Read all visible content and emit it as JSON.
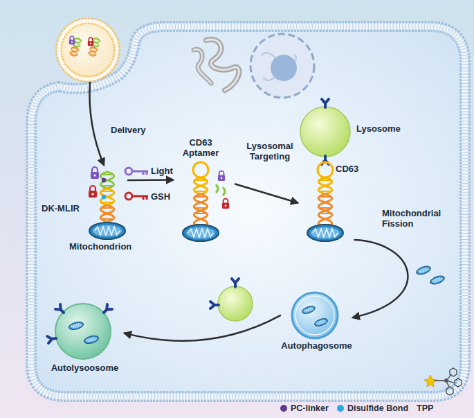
{
  "diagram": {
    "nodes": [
      {
        "text": [
          "DK-MLIR",
          "Mitochondrion"
        ]
      },
      {
        "text": [
          "CD63 Aptamer"
        ]
      },
      {
        "text": [
          "Lysosome",
          "CD63"
        ]
      },
      {
        "text": [
          "Autophagosome"
        ]
      },
      {
        "text": [
          "Autolysoosome"
        ]
      }
    ],
    "edges": [
      {
        "from": 0,
        "to": 1,
        "arrow": "to"
      },
      {
        "from": 1,
        "to": 2,
        "label": "Lysosomal Targeting",
        "arrow": "to"
      },
      {
        "from": 2,
        "to": 3,
        "label": "Mitochondrial Fission",
        "arrow": "to"
      },
      {
        "from": 3,
        "to": 4,
        "arrow": "to"
      }
    ],
    "labels": [
      "Delivery",
      "Light",
      "GSH"
    ],
    "legend": [
      {
        "text": "PC-linker",
        "color": "#5b3a8e"
      },
      {
        "text": "Disulfide Bond",
        "color": "#29abe2"
      },
      {
        "text": "TPP"
      }
    ]
  }
}
